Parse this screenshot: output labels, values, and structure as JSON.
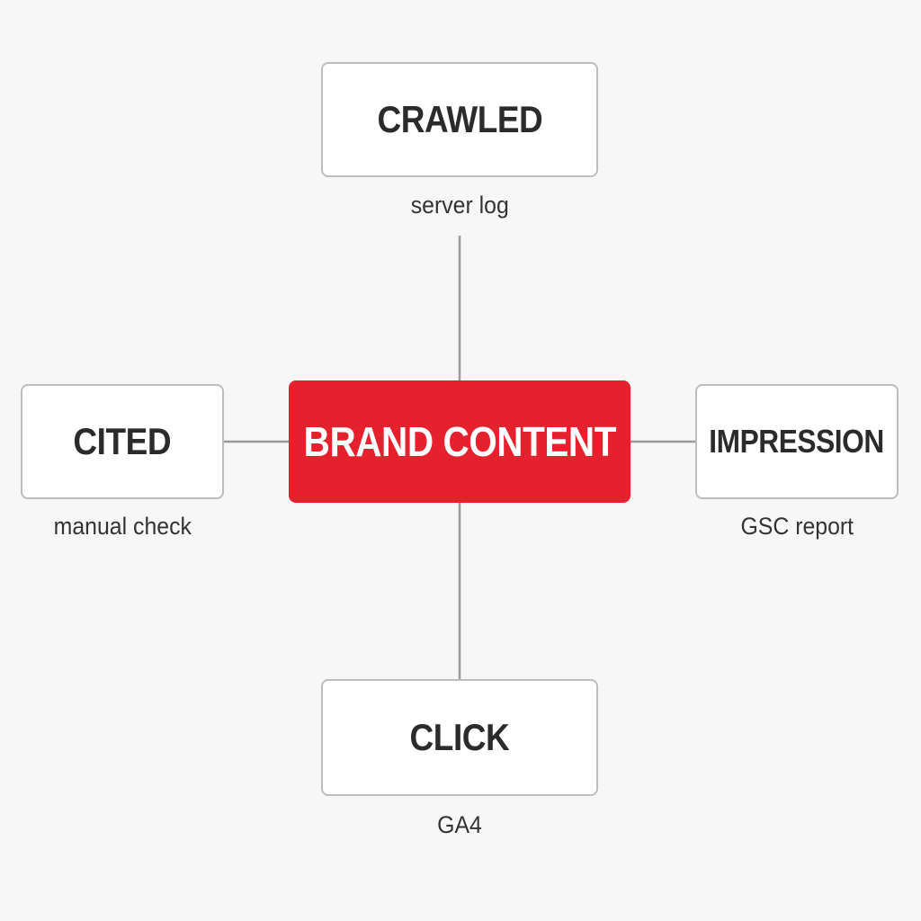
{
  "center": {
    "label": "BRAND CONTENT",
    "color": "#e4212d"
  },
  "nodes": {
    "top": {
      "label": "CRAWLED",
      "caption": "server log"
    },
    "left": {
      "label": "CITED",
      "caption": "manual check"
    },
    "right": {
      "label": "IMPRESSION",
      "caption": "GSC report"
    },
    "bottom": {
      "label": "CLICK",
      "caption": "GA4"
    }
  },
  "colors": {
    "background": "#f7f7f7",
    "node_border": "#bdbdbd",
    "connector": "#9a9a9a",
    "text": "#2b2b2b"
  }
}
